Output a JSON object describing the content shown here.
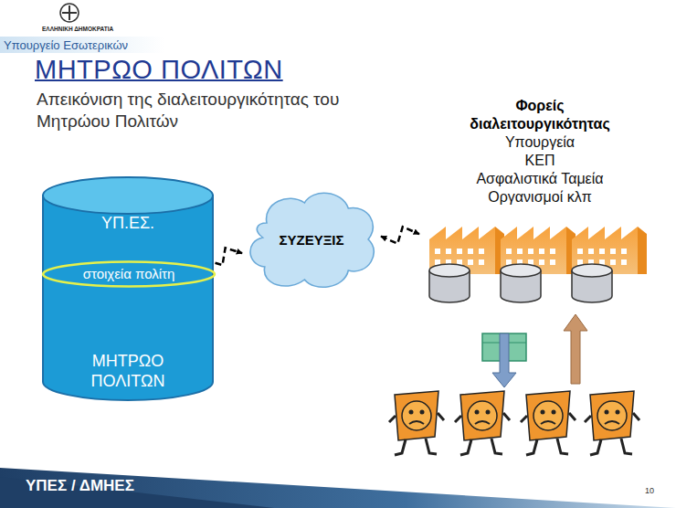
{
  "diagram": {
    "title": "ΜΗΤΡΩΟ ΠΟΛΙΤΩΝ",
    "nodes": [
      {
        "text": [
          "ΥΠ.ΕΣ.",
          "ΜΗΤΡΩΟ ΠΟΛΙΤΩΝ"
        ]
      },
      {
        "text": [
          "στοιχεία πολίτη"
        ],
        "in": 0
      },
      {
        "text": [
          "ΣΥΖΕΥΞΙΣ"
        ]
      },
      {
        "text": [
          "Φορείς διαλειτουργικότητας",
          "Υπουργεία",
          "ΚΕΠ",
          "Ασφαλιστικά Ταμεία",
          "Οργανισμοί κλπ"
        ]
      }
    ],
    "edges": [
      {
        "from": 1,
        "to": 2,
        "arrow": "both"
      },
      {
        "from": 2,
        "to": 3,
        "arrow": "both"
      }
    ],
    "labels": [
      "ΕΛΛΗΝΙΚΗ ΔΗΜΟΚΡΑΤΙΑ",
      "Υπουργείο Εσωτερικών",
      "Απεικόνιση της διαλειτουργικότητας του Μητρώου Πολιτών",
      "ΥΠΕΣ / ΔΜΗΕΣ",
      "10"
    ]
  }
}
